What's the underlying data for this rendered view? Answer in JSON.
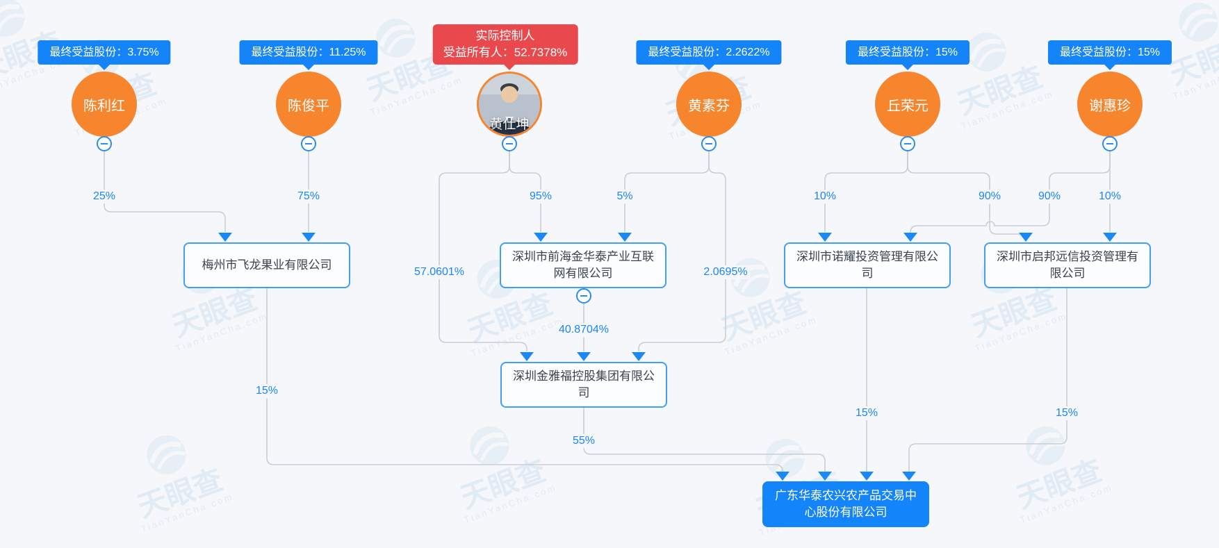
{
  "watermark": {
    "brand": "天眼查",
    "domain": "TianYanCha.com"
  },
  "colors": {
    "canvas_bg": "#f5f7fa",
    "accent_blue": "#1484f8",
    "arrow_blue": "#1989f8",
    "badge_red": "#e9494c",
    "person_orange": "#f7852e",
    "line_gray": "#c9ced6",
    "box_border": "#3f9ef7",
    "box_bg": "#fbfdff",
    "box_text": "#3a424e"
  },
  "persons": [
    {
      "name": "陈利红",
      "badge": "最终受益股份：3.75%"
    },
    {
      "name": "陈俊平",
      "badge": "最终受益股份：11.25%"
    },
    {
      "name": "黄仕坤",
      "is_actual_controller": true,
      "has_photo": true,
      "badge_line1": "实际控制人",
      "badge_line2": "受益所有人：52.7378%"
    },
    {
      "name": "黄素芬",
      "badge": "最终受益股份：2.2622%"
    },
    {
      "name": "丘荣元",
      "badge": "最终受益股份：15%"
    },
    {
      "name": "谢惠珍",
      "badge": "最终受益股份：15%"
    }
  ],
  "companies": [
    {
      "name": "梅州市飞龙果业有限公司"
    },
    {
      "name": "深圳市前海金华泰产业互联网有限公司"
    },
    {
      "name": "深圳市诺耀投资管理有限公司"
    },
    {
      "name": "深圳市启邦远信投资管理有限公司"
    },
    {
      "name": "深圳金雅福控股集团有限公司"
    },
    {
      "name": "广东华泰农兴农产品交易中心股份有限公司",
      "highlight": true
    }
  ],
  "relationships": [
    {
      "from": "陈利红",
      "to": "梅州市飞龙果业有限公司",
      "percent": "25%"
    },
    {
      "from": "陈俊平",
      "to": "梅州市飞龙果业有限公司",
      "percent": "75%"
    },
    {
      "from": "黄仕坤",
      "to": "深圳市前海金华泰产业互联网有限公司",
      "percent": "95%"
    },
    {
      "from": "黄素芬",
      "to": "深圳市前海金华泰产业互联网有限公司",
      "percent": "5%"
    },
    {
      "from": "黄仕坤",
      "to": "深圳金雅福控股集团有限公司",
      "percent": "57.0601%"
    },
    {
      "from": "黄素芬",
      "to": "深圳金雅福控股集团有限公司",
      "percent": "2.0695%"
    },
    {
      "from": "深圳市前海金华泰产业互联网有限公司",
      "to": "深圳金雅福控股集团有限公司",
      "percent": "40.8704%"
    },
    {
      "from": "丘荣元",
      "to": "深圳市诺耀投资管理有限公司",
      "percent": "10%"
    },
    {
      "from": "丘荣元",
      "to": "深圳市启邦远信投资管理有限公司",
      "percent": "90%"
    },
    {
      "from": "谢惠珍",
      "to": "深圳市诺耀投资管理有限公司",
      "percent": "90%"
    },
    {
      "from": "谢惠珍",
      "to": "深圳市启邦远信投资管理有限公司",
      "percent": "10%"
    },
    {
      "from": "梅州市飞龙果业有限公司",
      "to": "广东华泰农兴农产品交易中心股份有限公司",
      "percent": "15%"
    },
    {
      "from": "深圳金雅福控股集团有限公司",
      "to": "广东华泰农兴农产品交易中心股份有限公司",
      "percent": "55%"
    },
    {
      "from": "深圳市诺耀投资管理有限公司",
      "to": "广东华泰农兴农产品交易中心股份有限公司",
      "percent": "15%"
    },
    {
      "from": "深圳市启邦远信投资管理有限公司",
      "to": "广东华泰农兴农产品交易中心股份有限公司",
      "percent": "15%"
    }
  ]
}
